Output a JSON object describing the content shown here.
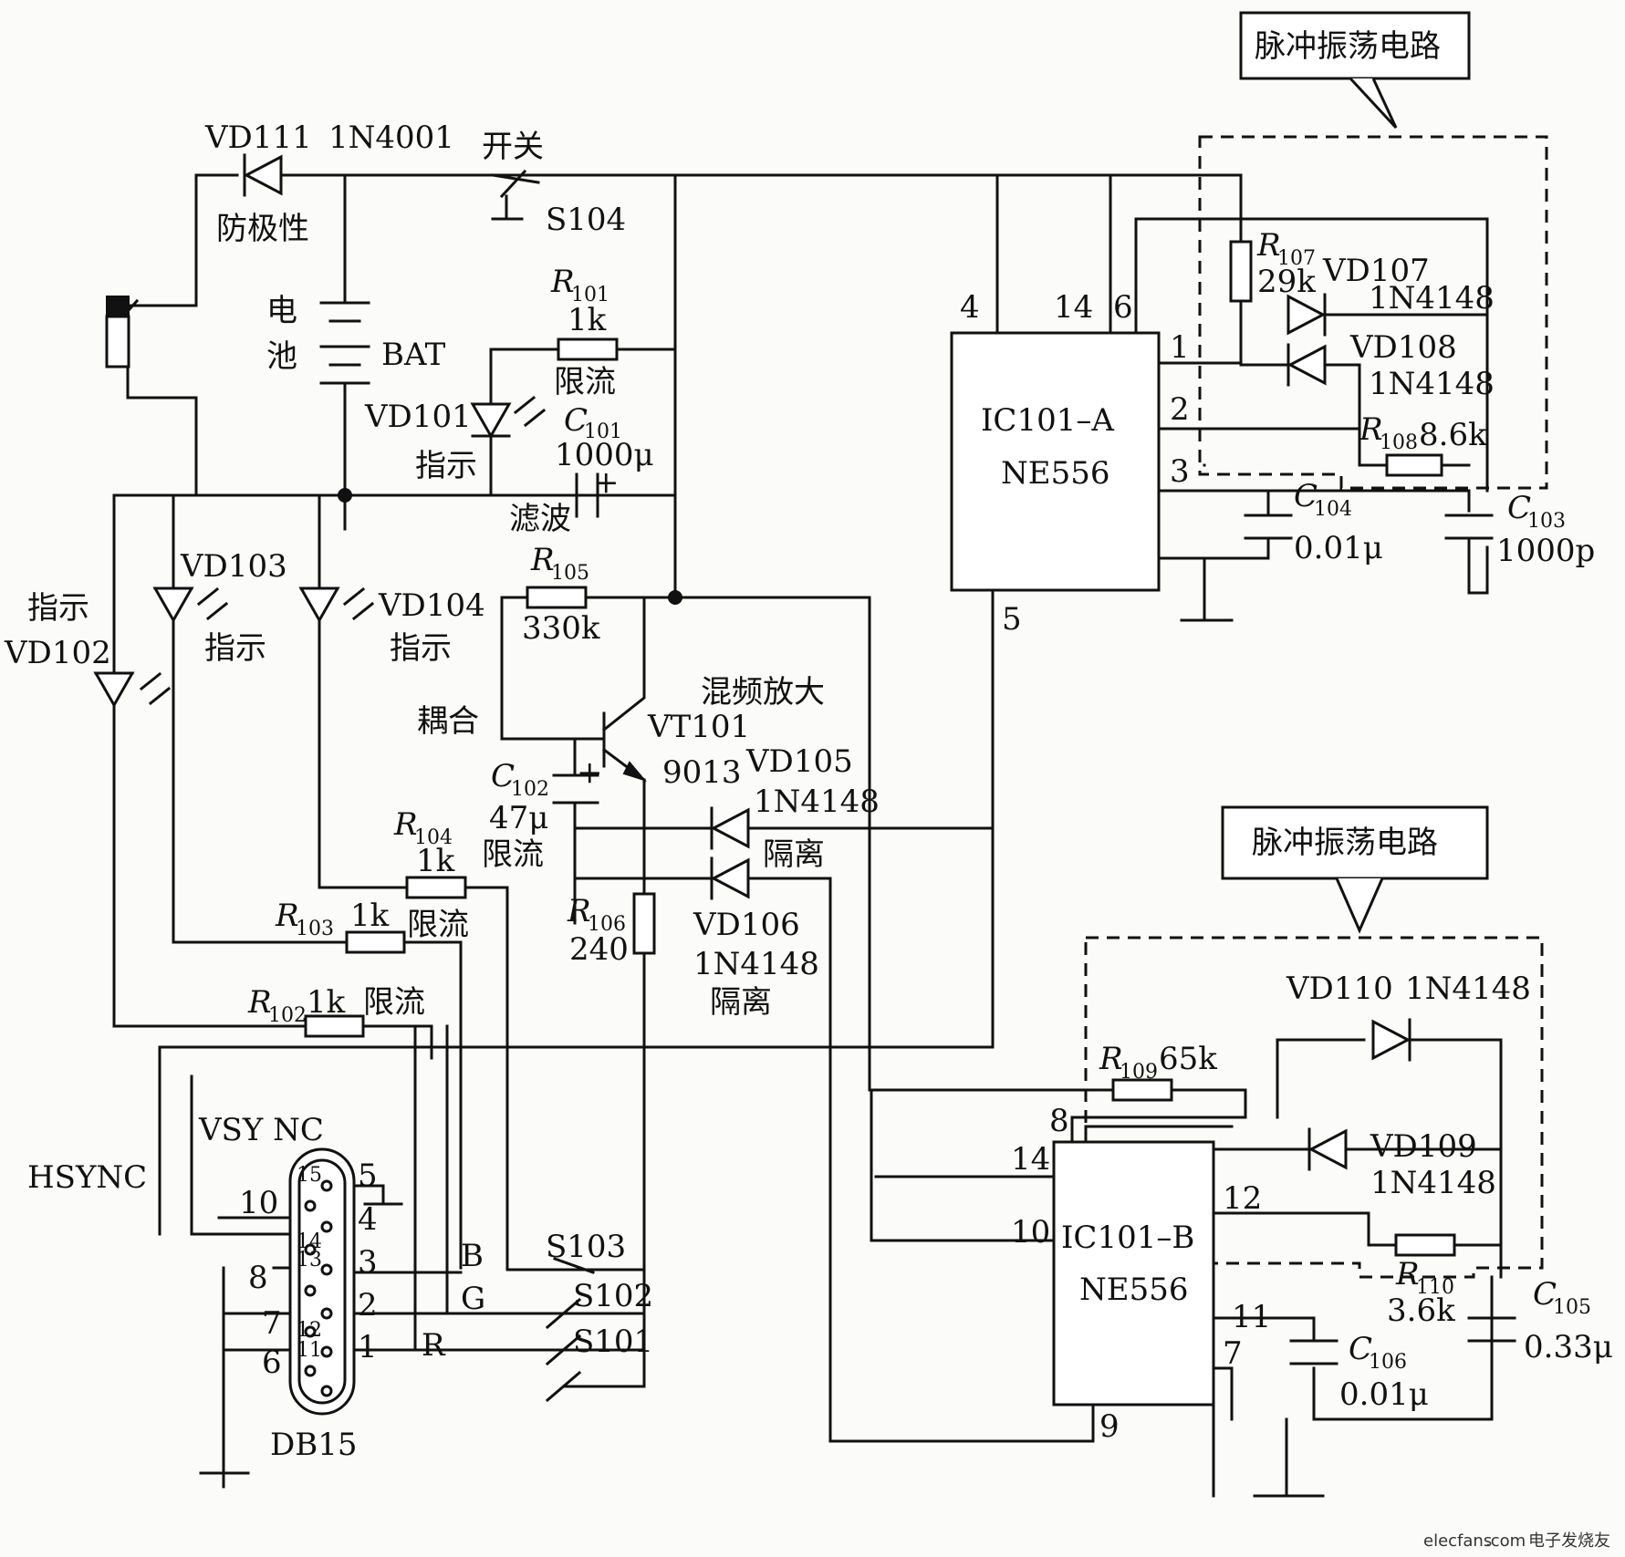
{
  "boxes": {
    "pulse_top": "脉冲振荡电路",
    "pulse_bottom": "脉冲振荡电路"
  },
  "ics": {
    "a": {
      "name": "IC101–A",
      "type": "NE556",
      "pins": [
        "4",
        "14",
        "6",
        "1",
        "2",
        "3",
        "5"
      ]
    },
    "b": {
      "name": "IC101–B",
      "type": "NE556",
      "pins": [
        "8",
        "14",
        "10",
        "12",
        "11",
        "7",
        "9"
      ]
    }
  },
  "labels": {
    "vd111": "VD111",
    "vd111_part": "1N4001",
    "polarity": "防极性",
    "switch_cn": "开关",
    "s104": "S104",
    "bat_cn1": "电",
    "bat_cn2": "池",
    "bat": "BAT",
    "r101": "R",
    "r101_sub": "101",
    "r101_val": "1k",
    "r101_fn": "限流",
    "vd101": "VD101",
    "vd101_fn": "指示",
    "c101": "C",
    "c101_sub": "101",
    "c101_val": "1000μ",
    "c101_fn": "滤波",
    "vd103": "VD103",
    "vd103_fn": "指示",
    "vd104": "VD104",
    "vd104_fn": "指示",
    "vd102_fn": "指示",
    "vd102": "VD102",
    "r105": "R",
    "r105_sub": "105",
    "r105_val": "330k",
    "mix": "混频放大",
    "vt101": "VT101",
    "vt101_part": "9013",
    "coupling": "耦合",
    "c102": "C",
    "c102_sub": "102",
    "c102_val": "47μ",
    "c102_fn": "限流",
    "vd105": "VD105",
    "vd105_part": "1N4148",
    "iso1": "隔离",
    "vd106": "VD106",
    "vd106_part": "1N4148",
    "iso2": "隔离",
    "r106": "R",
    "r106_sub": "106",
    "r106_val": "240",
    "r104": "R",
    "r104_sub": "104",
    "r104_val": "1k",
    "r104_fn": "限流",
    "r103": "R",
    "r103_sub": "103",
    "r103_val": "1k",
    "r102": "R",
    "r102_sub": "102",
    "r102_val": "1k",
    "r102_fn": "限流",
    "vsync": "VSY NC",
    "hsync": "HSYNC",
    "db15": "DB15",
    "db_pins_big": [
      "5",
      "4",
      "3",
      "2",
      "1",
      "10",
      "8",
      "7",
      "6"
    ],
    "db_pins_small": [
      "15",
      "14",
      "13",
      "12",
      "11"
    ],
    "sig_b": "B",
    "sig_g": "G",
    "sig_r": "R",
    "s103": "S103",
    "s102": "S102",
    "s101": "S101",
    "r107": "R",
    "r107_sub": "107",
    "r107_val": "29k",
    "vd107": "VD107",
    "vd107_part": "1N4148",
    "vd108": "VD108",
    "vd108_part": "1N4148",
    "r108": "R",
    "r108_sub": "108",
    "r108_val": "8.6k",
    "c104": "C",
    "c104_sub": "104",
    "c104_val": "0.01μ",
    "c103": "C",
    "c103_sub": "103",
    "c103_val": "1000p",
    "vd110": "VD110",
    "vd110_part": "1N4148",
    "r109": "R",
    "r109_sub": "109",
    "r109_val": "65k",
    "vd109": "VD109",
    "vd109_part": "1N4148",
    "r110": "R",
    "r110_sub": "110",
    "r110_val": "3.6k",
    "c105": "C",
    "c105_sub": "105",
    "c105_val": "0.33μ",
    "c106": "C",
    "c106_sub": "106",
    "c106_val": "0.01μ"
  },
  "watermark": {
    "site": "elecfans",
    "domain": ".com",
    "cn": "电子发烧友"
  }
}
